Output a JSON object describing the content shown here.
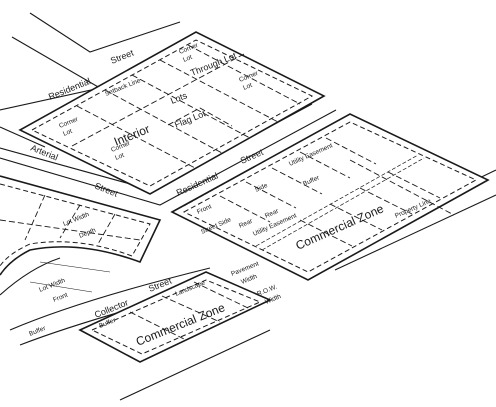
{
  "labels": {
    "street_top": "Street",
    "residential_top": "Residential",
    "arterial": "Arterial",
    "street_arterial": "Street",
    "residential_right": "Residential",
    "street_right": "Street",
    "collector": "Collector",
    "street_collector": "Street",
    "corner_lot_1": [
      "Corner",
      "Lot"
    ],
    "corner_lot_2": [
      "Corner",
      "Lot"
    ],
    "corner_lot_3": [
      "Corner",
      "Lot"
    ],
    "corner_lot_4": [
      "Corner",
      "Lot"
    ],
    "setback_line": "Setback Line",
    "through_lot": "Through Lot",
    "lots": "Lots",
    "flag_lot": "Flag Lot",
    "interior": "Interior",
    "lot_width_1": "Lot Width",
    "lot_depth": "Depth",
    "lot_width_2": "Lot Width",
    "side": "Side",
    "front": "Front",
    "front_2": "Front",
    "rear_1": "Rear",
    "rear_2": "Rear",
    "buffer_1": "Buffer",
    "buffer_2": "Buffer",
    "buffer_3": "Buffer",
    "street_side": "Street Side",
    "utility_easement_1": "Utility Easement",
    "utility_easement_2": "Utility Easement",
    "property_line": "Property Line",
    "commercial_zone_1": "Commercial Zone",
    "commercial_zone_2": "Commercial Zone",
    "pavement_width": [
      "Pavement",
      "Width"
    ],
    "row_width": [
      "R.O.W.",
      "Width"
    ],
    "landscape": "Landscape"
  }
}
